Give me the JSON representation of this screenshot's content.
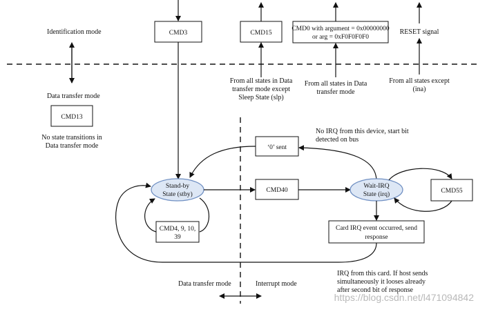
{
  "diagram": {
    "labels": {
      "identification_mode": "Identification mode",
      "data_transfer_mode_left": "Data transfer mode",
      "no_transitions_line1": "No state transitions in",
      "no_transitions_line2": "Data transfer mode",
      "from_data_transfer_line1": "From all states in Data",
      "from_data_transfer_line2": "transfer mode except",
      "from_data_transfer_line3": "Sleep State (slp)",
      "from_data_transfer2_line1": "From all states in Data",
      "from_data_transfer2_line2": "transfer mode",
      "from_all_except_line1": "From all states except",
      "from_all_except_line2": "(ina)",
      "reset_signal": "RESET signal",
      "no_irq_line1": "No IRQ from this device, start bit",
      "no_irq_line2": "detected on bus",
      "irq_card_line1": "IRQ from this card. If host sends",
      "irq_card_line2": "simultaneously it looses already",
      "irq_card_line3": "after second bit of response",
      "data_transfer_mode_bottom": "Data transfer mode",
      "interrupt_mode": "Interrupt mode"
    },
    "boxes": {
      "cmd3": "CMD3",
      "cmd15": "CMD15",
      "cmd0_line1": "CMD0 with argument = 0x00000000",
      "cmd0_line2": "or arg = 0xF0F0F0F0",
      "cmd13": "CMD13",
      "zero_sent": "‘0’ sent",
      "cmd40": "CMD40",
      "cmd55": "CMD55",
      "cmd4_line1": "CMD4, 9, 10,",
      "cmd4_line2": "39",
      "card_irq_line1": "Card IRQ event occurred, send",
      "card_irq_line2": "response"
    },
    "states": {
      "standby_line1": "Stand-by",
      "standby_line2": "State (stby)",
      "waitirq_line1": "Wait-IRQ",
      "waitirq_line2": "State (irq)"
    },
    "colors": {
      "state_fill": "#dde7f5",
      "state_stroke": "#6f8fc2",
      "line": "#111111"
    },
    "watermark": "https://blog.csdn.net/l471094842"
  }
}
